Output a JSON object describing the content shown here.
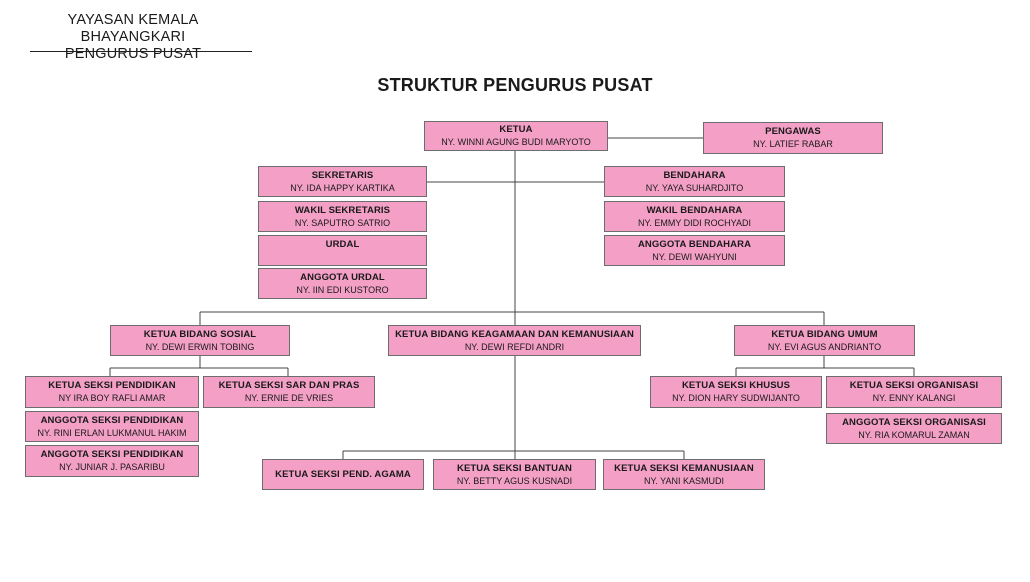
{
  "header": {
    "org_line1": "YAYASAN KEMALA BHAYANGKARI",
    "org_line2": "PENGURUS PUSAT",
    "title": "STRUKTUR PENGURUS PUSAT"
  },
  "nodes": {
    "ketua": {
      "role": "KETUA",
      "person": "NY. WINNI AGUNG BUDI MARYOTO"
    },
    "pengawas": {
      "role": "PENGAWAS",
      "person": "NY. LATIEF RABAR"
    },
    "sekretaris": {
      "role": "SEKRETARIS",
      "person": "NY. IDA HAPPY KARTIKA"
    },
    "wakil_sekretaris": {
      "role": "WAKIL SEKRETARIS",
      "person": "NY. SAPUTRO SATRIO"
    },
    "urdal": {
      "role": "URDAL",
      "person": ""
    },
    "anggota_urdal": {
      "role": "ANGGOTA URDAL",
      "person": "NY. IIN EDI KUSTORO"
    },
    "bendahara": {
      "role": "BENDAHARA",
      "person": "NY. YAYA SUHARDJITO"
    },
    "wakil_bendahara": {
      "role": "WAKIL BENDAHARA",
      "person": "NY. EMMY DIDI ROCHYADI"
    },
    "anggota_bendahara": {
      "role": "ANGGOTA BENDAHARA",
      "person": "NY. DEWI WAHYUNI"
    },
    "ketua_bidang_sosial": {
      "role": "KETUA BIDANG SOSIAL",
      "person": "NY. DEWI ERWIN TOBING"
    },
    "ketua_bidang_keagamaan": {
      "role": "KETUA BIDANG KEAGAMAAN DAN KEMANUSIAAN",
      "person": "NY. DEWI REFDI ANDRI"
    },
    "ketua_bidang_umum": {
      "role": "KETUA BIDANG UMUM",
      "person": "NY. EVI AGUS  ANDRIANTO"
    },
    "seksi_pendidikan": {
      "role": "KETUA SEKSI PENDIDIKAN",
      "person": "NY IRA BOY RAFLI AMAR"
    },
    "anggota_pendidikan_1": {
      "role": "ANGGOTA SEKSI PENDIDIKAN",
      "person": "NY. RINI ERLAN LUKMANUL HAKIM"
    },
    "anggota_pendidikan_2": {
      "role": "ANGGOTA SEKSI PENDIDIKAN",
      "person": "NY. JUNIAR J. PASARIBU"
    },
    "seksi_sar": {
      "role": "KETUA SEKSI SAR DAN PRAS",
      "person": "NY. ERNIE DE VRIES"
    },
    "seksi_khusus": {
      "role": "KETUA SEKSI KHUSUS",
      "person": "NY. DION HARY SUDWIJANTO"
    },
    "seksi_organisasi": {
      "role": "KETUA SEKSI ORGANISASI",
      "person": "NY. ENNY KALANGI"
    },
    "anggota_organisasi": {
      "role": "ANGGOTA SEKSI ORGANISASI",
      "person": "NY. RIA KOMARUL ZAMAN"
    },
    "seksi_agama": {
      "role": "KETUA SEKSI PEND. AGAMA",
      "person": ""
    },
    "seksi_bantuan": {
      "role": "KETUA SEKSI BANTUAN",
      "person": "NY. BETTY AGUS KUSNADI"
    },
    "seksi_kemanusiaan": {
      "role": "KETUA SEKSI KEMANUSIAAN",
      "person": "NY. YANI KASMUDI"
    }
  },
  "colors": {
    "box_fill": "#f39fc6",
    "box_border": "#6d6d6d",
    "line": "#444444",
    "text": "#1a1a1a"
  }
}
